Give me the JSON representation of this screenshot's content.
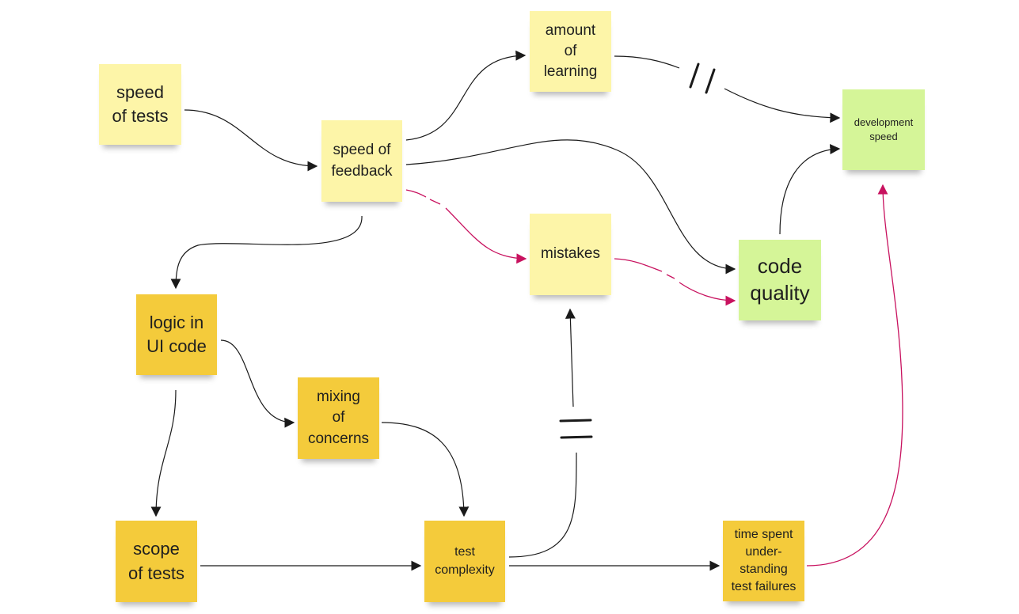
{
  "notes": {
    "speed_of_tests": "speed\nof tests",
    "speed_of_feedback": "speed of\nfeedback",
    "amount_of_learning": "amount\nof\nlearning",
    "development_speed": "development\nspeed",
    "mistakes": "mistakes",
    "code_quality": "code\nquality",
    "logic_in_ui_code": "logic in\nUI code",
    "mixing_of_concerns": "mixing\nof\nconcerns",
    "scope_of_tests": "scope\nof tests",
    "test_complexity": "test\ncomplexity",
    "time_spent": "time spent\nunder-\nstanding\ntest failures"
  },
  "colors": {
    "pale_yellow": "#fdf5a8",
    "gold_yellow": "#f4cb3b",
    "light_green": "#d5f598",
    "connector_black": "#1a1a1a",
    "connector_magenta": "#c8125f"
  }
}
